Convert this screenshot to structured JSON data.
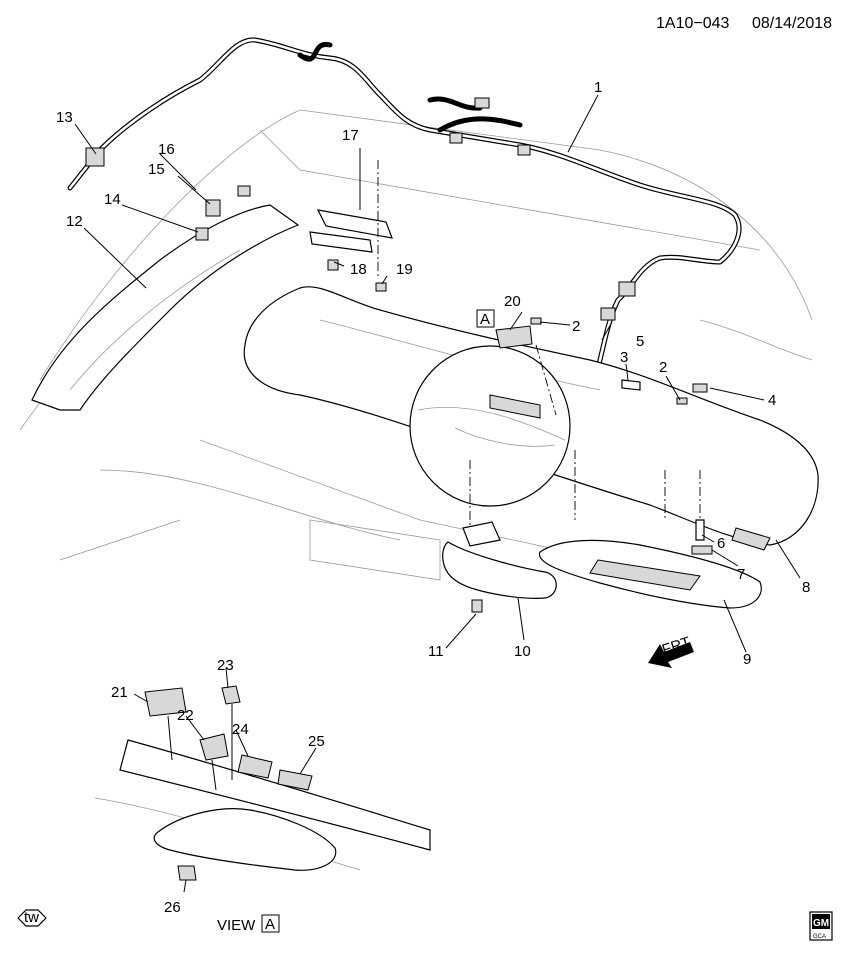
{
  "header": {
    "code": "1A10−043",
    "date": "08/14/2018"
  },
  "callouts": [
    "1",
    "2",
    "2",
    "3",
    "4",
    "5",
    "6",
    "7",
    "8",
    "9",
    "10",
    "11",
    "12",
    "13",
    "14",
    "15",
    "16",
    "17",
    "18",
    "19",
    "20",
    "21",
    "22",
    "23",
    "24",
    "25",
    "26"
  ],
  "detail_tag": "A",
  "view": {
    "label": "VIEW",
    "tag": "A"
  },
  "direction": {
    "label": "FRT"
  },
  "logos": {
    "left": "tw",
    "right_top": "GM",
    "right_bottom": "GCA"
  }
}
